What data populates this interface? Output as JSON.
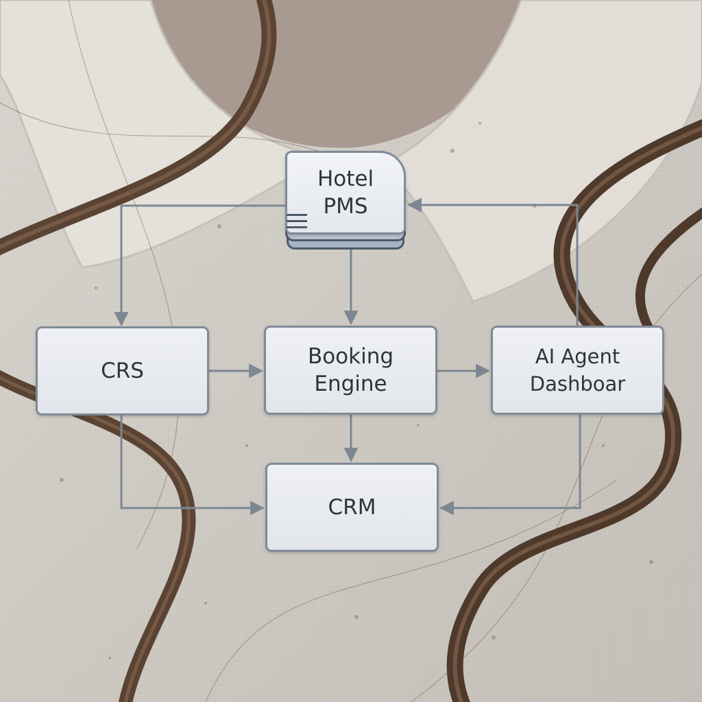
{
  "diagram": {
    "nodes": {
      "pms": "Hotel\nPMS",
      "crs": "CRS",
      "booking": "Booking\nEngine",
      "ai": "AI Agent\nDashboar",
      "crm": "CRM"
    },
    "edges": [
      {
        "from": "pms",
        "to": "crs"
      },
      {
        "from": "pms",
        "to": "booking"
      },
      {
        "from": "ai",
        "to": "pms"
      },
      {
        "from": "crs",
        "to": "booking"
      },
      {
        "from": "booking",
        "to": "ai"
      },
      {
        "from": "booking",
        "to": "crm"
      },
      {
        "from": "crs",
        "to": "crm"
      },
      {
        "from": "ai",
        "to": "crm"
      }
    ],
    "colors": {
      "connector": "#7b8792",
      "node_border": "#7f8a96",
      "node_fill": "#e8ebef",
      "text": "#2f343b"
    }
  }
}
